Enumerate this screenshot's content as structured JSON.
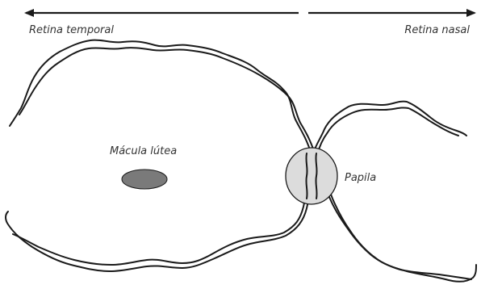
{
  "labels": {
    "temporal": "Retina temporal",
    "nasal": "Retina nasal",
    "macula": "Mácula lútea",
    "papila": "Papila"
  },
  "colors": {
    "stroke": "#1a1a1a",
    "macula_fill": "#7a7a7a",
    "papila_fill": "#dcdcdc",
    "text": "#333333"
  }
}
